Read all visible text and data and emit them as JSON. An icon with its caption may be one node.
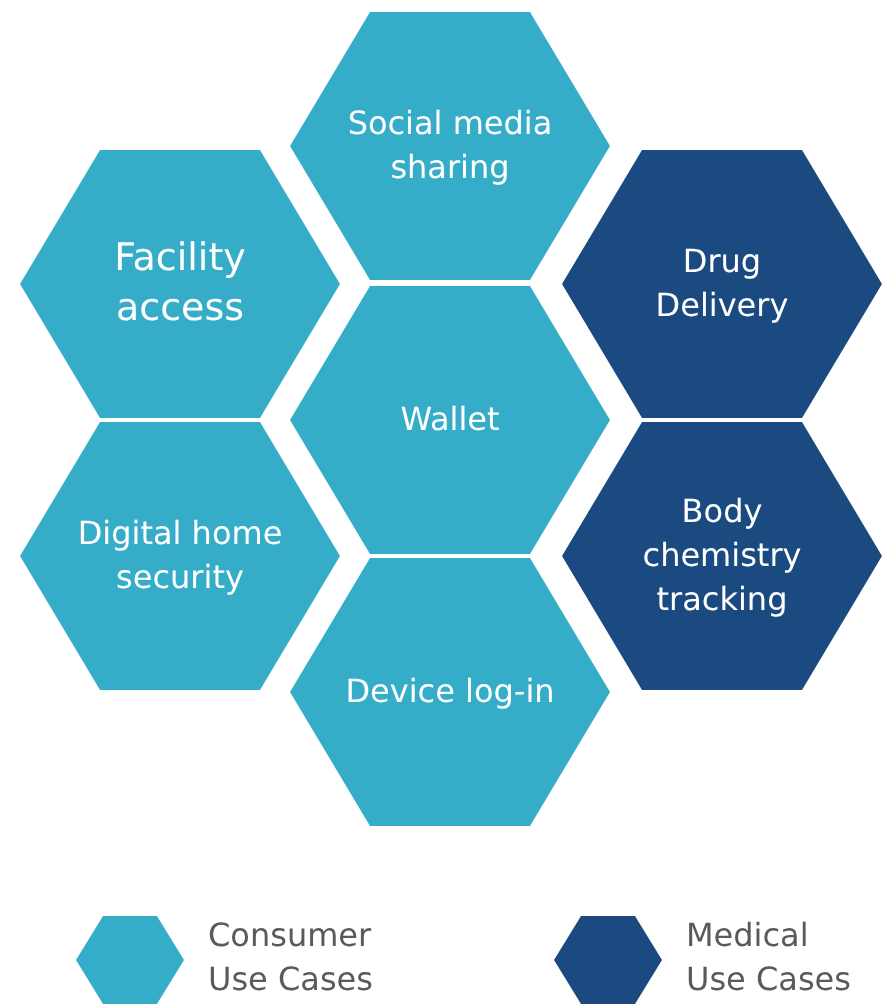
{
  "diagram": {
    "nodes": [
      {
        "text": [
          "Social media sharing"
        ]
      },
      {
        "text": [
          "Facility access"
        ]
      },
      {
        "text": [
          "Drug Delivery"
        ]
      },
      {
        "text": [
          "Wallet"
        ]
      },
      {
        "text": [
          "Digital home security"
        ]
      },
      {
        "text": [
          "Body chemistry tracking"
        ]
      },
      {
        "text": [
          "Device log-in"
        ]
      }
    ],
    "legend": [
      {
        "text": "Consumer Use Cases",
        "color": "#36adc8"
      },
      {
        "text": "Medical Use Cases",
        "color": "#1a4a80"
      }
    ]
  }
}
